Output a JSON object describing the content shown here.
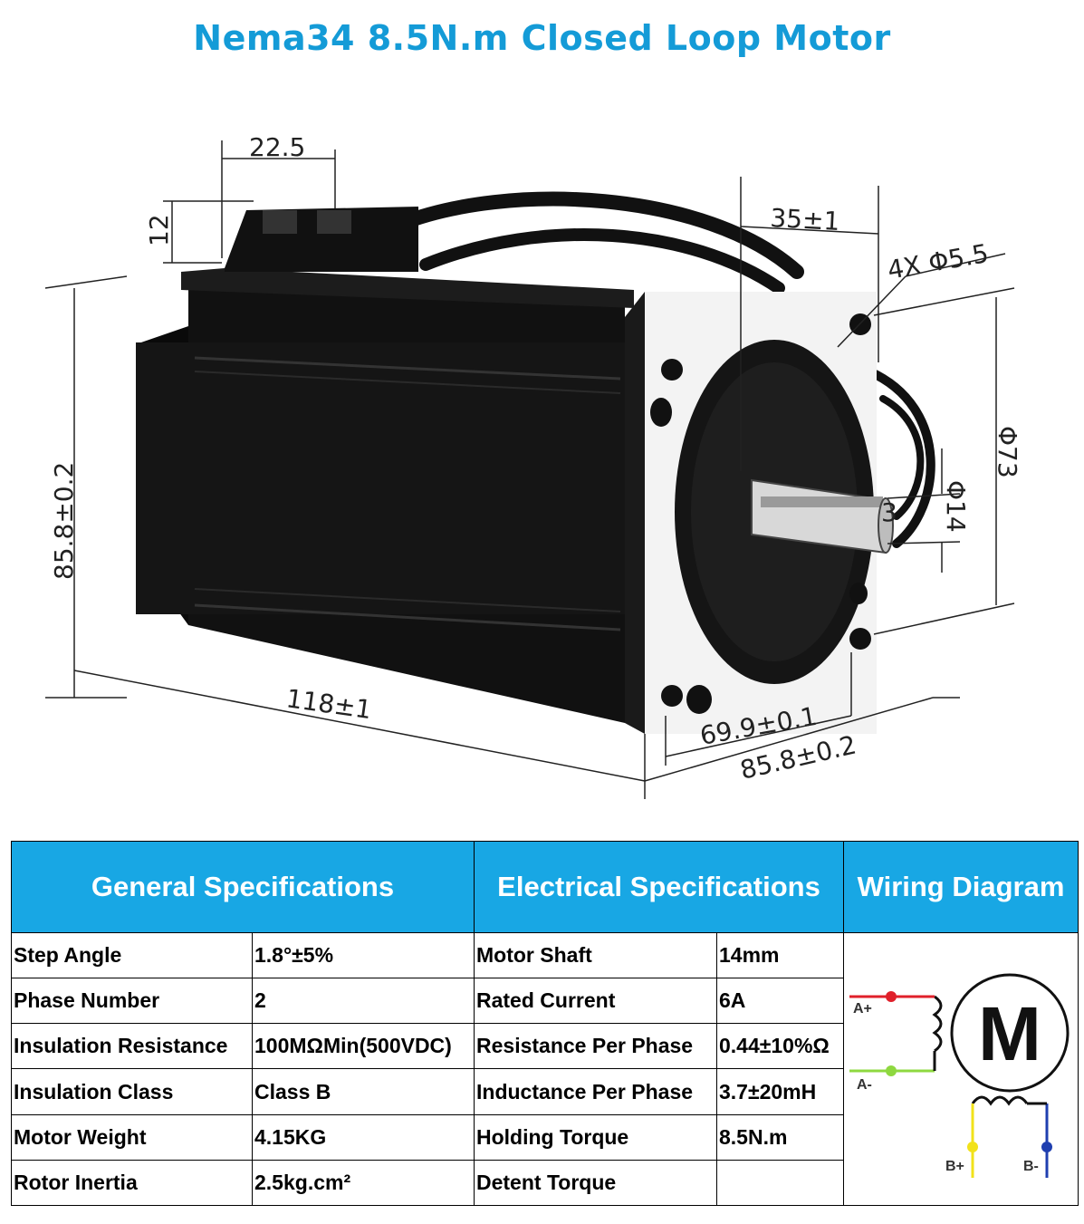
{
  "title": "Nema34 8.5N.m Closed Loop Motor",
  "dimensions": {
    "connector_width": "22.5",
    "connector_height": "12",
    "flange_length": "35±1",
    "mount_holes": "4X Φ5.5",
    "boss_diameter": "Φ73",
    "shaft_diameter": "Φ14",
    "shaft_flat": "3",
    "body_height": "85.8±0.2",
    "body_length": "118±1",
    "hole_spacing": "69.9±0.1",
    "flange_width": "85.8±0.2"
  },
  "table": {
    "headers": {
      "general": "General Specifications",
      "electrical": "Electrical Specifications",
      "wiring": "Wiring Diagram"
    },
    "rows": [
      {
        "g_label": "Step Angle",
        "g_value": "1.8°±5%",
        "e_label": "Motor Shaft",
        "e_value": "14mm"
      },
      {
        "g_label": "Phase Number",
        "g_value": "2",
        "e_label": "Rated Current",
        "e_value": "6A"
      },
      {
        "g_label": "Insulation Resistance",
        "g_value": "100MΩMin(500VDC)",
        "e_label": "Resistance Per Phase",
        "e_value": "0.44±10%Ω"
      },
      {
        "g_label": "Insulation Class",
        "g_value": "Class B",
        "e_label": "Inductance Per Phase",
        "e_value": "3.7±20mH"
      },
      {
        "g_label": "Motor Weight",
        "g_value": "4.15KG",
        "e_label": "Holding Torque",
        "e_value": "8.5N.m"
      },
      {
        "g_label": "Rotor Inertia",
        "g_value": "2.5kg.cm²",
        "e_label": "Detent Torque",
        "e_value": ""
      }
    ]
  },
  "wiring": {
    "motor_letter": "M",
    "a_plus": "A+",
    "a_minus": "A-",
    "b_plus": "B+",
    "b_minus": "B-",
    "colors": {
      "a_plus": "#e0202a",
      "a_minus": "#8ed840",
      "b_plus": "#f2e21a",
      "b_minus": "#1f3fb0"
    }
  },
  "colors": {
    "title": "#149bd7",
    "header_bg": "#18a7e4",
    "header_text": "#ffffff"
  }
}
